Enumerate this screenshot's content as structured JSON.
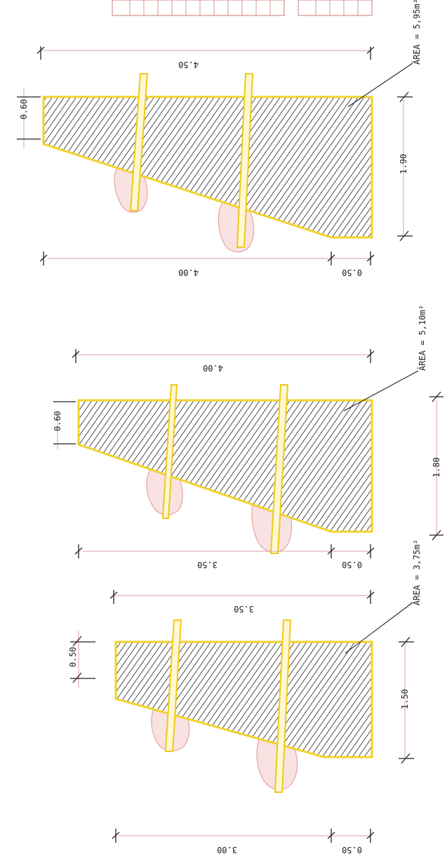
{
  "sections": [
    {
      "id": "section-1",
      "top_width": "0.50",
      "height_top": "3.00",
      "height_bottom": "0.50",
      "total_height": "3.50",
      "base_width": "1.50",
      "area": "ÁREA = 3,75m²"
    },
    {
      "id": "section-2",
      "top_width": "0.60",
      "height_top": "3.50",
      "height_bottom": "0.50",
      "total_height": "4.00",
      "base_width": "1.80",
      "area": "ÁREA = 5,10m²"
    },
    {
      "id": "section-3",
      "top_width": "0.60",
      "height_top": "4.00",
      "height_bottom": "0.50",
      "total_height": "4.50",
      "base_width": "1.90",
      "area": "ÁREA = 5,95m²"
    }
  ],
  "colors": {
    "outline": "#f2d22a",
    "hatch": "#222222",
    "dimension_line": "#e0a0a0",
    "grout": "#e8a2a2",
    "nail": "#f0c81e"
  }
}
